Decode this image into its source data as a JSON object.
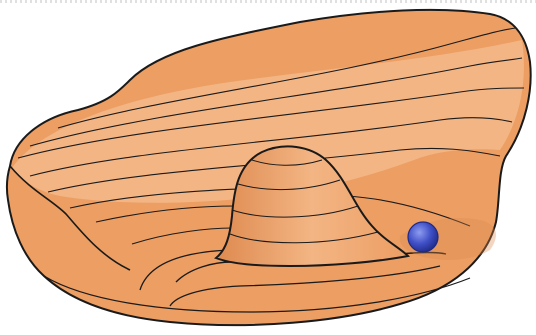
{
  "figure": {
    "colors": {
      "surface_fill": "#ec9e63",
      "surface_light": "#f3b584",
      "surface_shadow": "#de8a4f",
      "outline": "#1a1a1a",
      "ball_fill": "#3f4fc6",
      "ball_highlight": "#8d9cf0",
      "ball_shadow": "#1f2a86",
      "frame_dots": "#e0e0e0"
    },
    "objects": [
      {
        "name": "potential-well-surface",
        "kind": "bowl"
      },
      {
        "name": "central-hump",
        "kind": "peak"
      },
      {
        "name": "ball",
        "kind": "sphere"
      }
    ]
  }
}
